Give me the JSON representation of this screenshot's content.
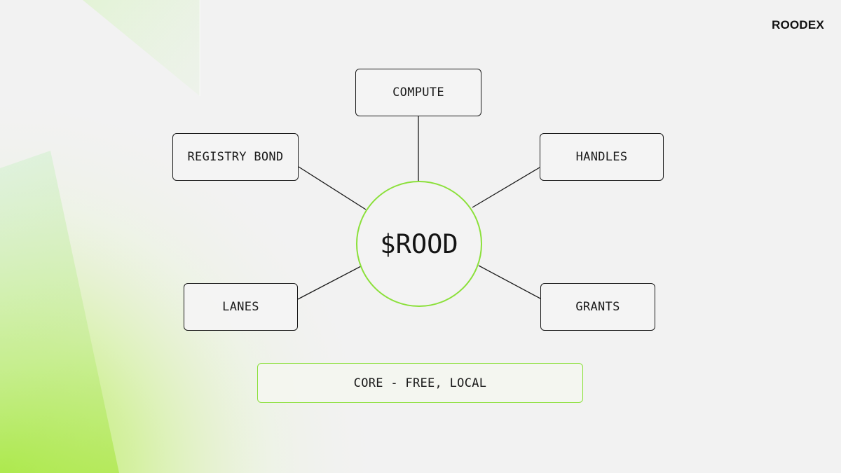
{
  "brand": {
    "name": "ROODEX"
  },
  "diagram": {
    "hub": {
      "label": "$ROOD"
    },
    "nodes": {
      "compute": "COMPUTE",
      "registry_bond": "REGISTRY BOND",
      "handles": "HANDLES",
      "lanes": "LANES",
      "grants": "GRANTS"
    },
    "footer": "CORE - FREE, LOCAL"
  },
  "colors": {
    "accent": "#8be03a",
    "background": "#f2f2f2",
    "stroke": "#1a1a1a"
  }
}
